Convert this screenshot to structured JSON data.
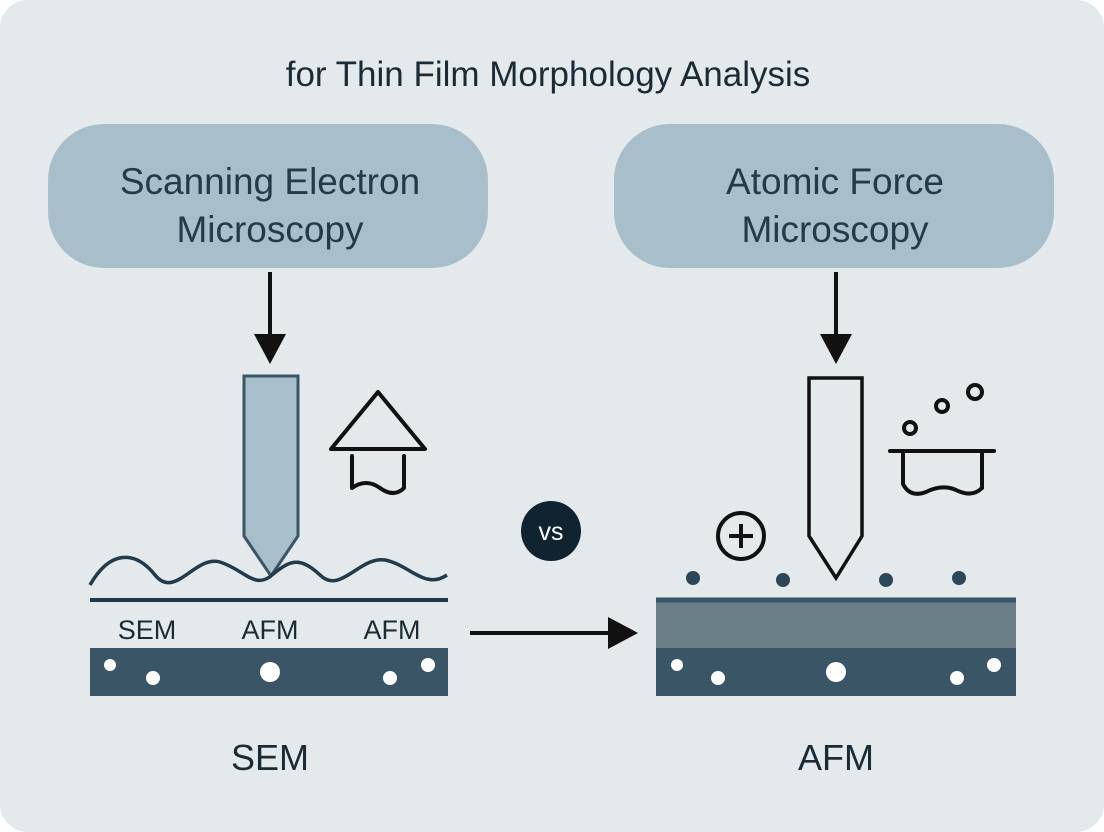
{
  "title": "for Thin Film Morphology Analysis",
  "left": {
    "pill_line1": "Scanning Electron",
    "pill_line2": "Microscopy",
    "labels": [
      "SEM",
      "AFM",
      "AFM"
    ],
    "bottom_label": "SEM"
  },
  "right": {
    "pill_line1": "Atomic Force",
    "pill_line2": "Microscopy",
    "bottom_label": "AFM"
  },
  "vs_label": "vs",
  "colors": {
    "background": "#e4e9ec",
    "pill": "#a8bfcb",
    "substrate": "#3a5566",
    "film": "#6b7f88",
    "ink": "#111111",
    "vs_badge": "#0f2430"
  }
}
